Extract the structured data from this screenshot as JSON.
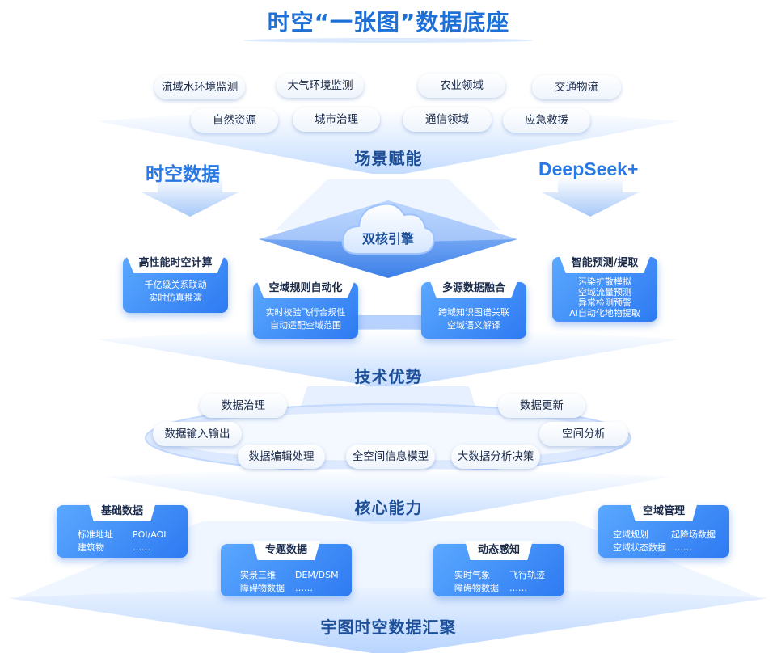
{
  "title": "时空“一张图”数据底座",
  "scenario": {
    "label": "场景赋能",
    "pills": [
      "流域水环境监测",
      "大气环境监测",
      "农业领域",
      "交通物流",
      "自然资源",
      "城市治理",
      "通信领域",
      "应急救援"
    ]
  },
  "left_title": "时空数据",
  "right_title": "DeepSeek+",
  "engine": {
    "label": "双核引擎",
    "cards": [
      {
        "title": "高性能时空计算",
        "lines": [
          "千亿级关系联动",
          "实时仿真推演"
        ]
      },
      {
        "title": "空域规则自动化",
        "lines": [
          "实时校验飞行合规性",
          "自动适配空域范围"
        ]
      },
      {
        "title": "多源数据融合",
        "lines": [
          "跨域知识图谱关联",
          "空域语义解译"
        ]
      },
      {
        "title": "智能预测/提取",
        "lines": [
          "污染扩散模拟",
          "空域流量预测",
          "异常检测预警",
          "AI自动化地物提取"
        ]
      }
    ]
  },
  "tech": {
    "label": "技术优势",
    "pills": [
      "数据治理",
      "数据更新",
      "数据输入输出",
      "空间分析",
      "数据编辑处理",
      "全空间信息模型",
      "大数据分析决策"
    ]
  },
  "core": {
    "label": "核心能力",
    "cards": [
      {
        "title": "基础数据",
        "items": [
          "标准地址",
          "POI/AOI",
          "建筑物",
          "……"
        ]
      },
      {
        "title": "专题数据",
        "items": [
          "实景三维",
          "DEM/DSM",
          "障碍物数据",
          "……"
        ]
      },
      {
        "title": "动态感知",
        "items": [
          "实时气象",
          "飞行轨迹",
          "障碍物数据",
          "……"
        ]
      },
      {
        "title": "空域管理",
        "items": [
          "空域规划",
          "起降场数据",
          "空域状态数据",
          "……"
        ]
      }
    ]
  },
  "bottom_label": "宇图时空数据汇聚",
  "colors": {
    "accent": "#2e7af2",
    "title": "#1e6fd6",
    "band": "#cfe3ff"
  }
}
